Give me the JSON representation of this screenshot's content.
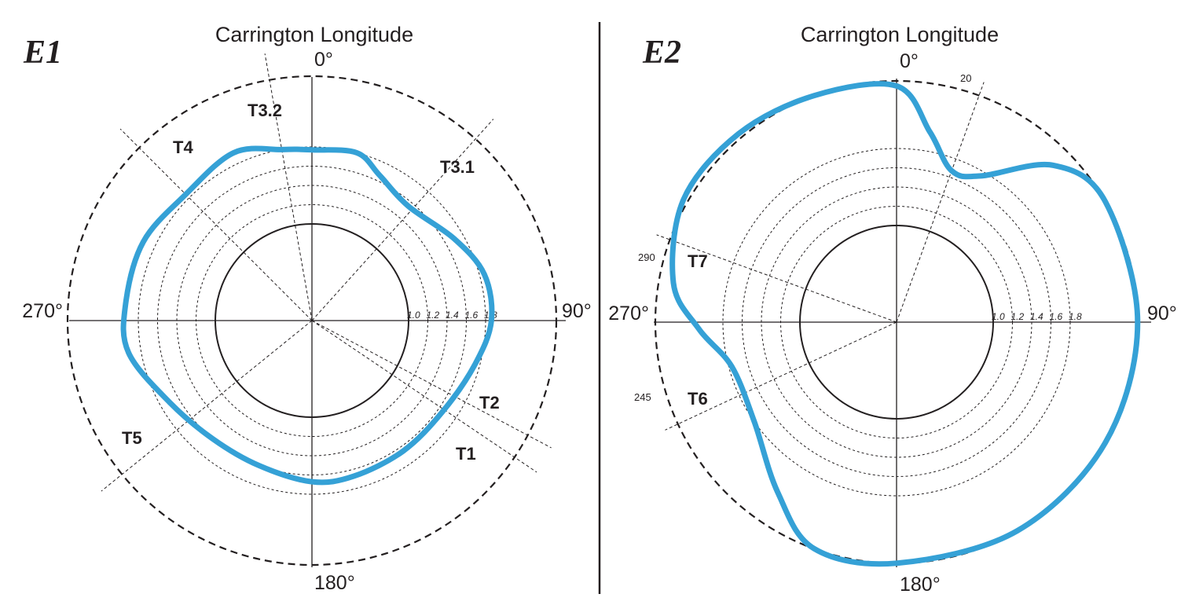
{
  "panels": [
    {
      "label": "E1",
      "title": "Carrington Longitude",
      "angle_labels": {
        "top": "0°",
        "right": "90°",
        "bottom": "180°",
        "left": "270°"
      },
      "radial_ticks": [
        "1.0",
        "1.2",
        "1.4",
        "1.6",
        "1.8"
      ],
      "tracks": [
        {
          "name": "T3.2",
          "longitude": 350
        },
        {
          "name": "T4",
          "longitude": 315
        },
        {
          "name": "T3.1",
          "longitude": 42
        },
        {
          "name": "T2",
          "longitude": 118
        },
        {
          "name": "T1",
          "longitude": 124
        },
        {
          "name": "T5",
          "longitude": 231
        }
      ],
      "boundary": [
        {
          "lon": 0,
          "r": 1.77
        },
        {
          "lon": 15,
          "r": 1.8
        },
        {
          "lon": 25,
          "r": 1.66
        },
        {
          "lon": 40,
          "r": 1.55
        },
        {
          "lon": 60,
          "r": 1.7
        },
        {
          "lon": 75,
          "r": 1.85
        },
        {
          "lon": 90,
          "r": 1.86
        },
        {
          "lon": 105,
          "r": 1.75
        },
        {
          "lon": 125,
          "r": 1.65
        },
        {
          "lon": 145,
          "r": 1.65
        },
        {
          "lon": 165,
          "r": 1.67
        },
        {
          "lon": 180,
          "r": 1.67
        },
        {
          "lon": 200,
          "r": 1.6
        },
        {
          "lon": 220,
          "r": 1.6
        },
        {
          "lon": 240,
          "r": 1.7
        },
        {
          "lon": 260,
          "r": 1.93
        },
        {
          "lon": 275,
          "r": 1.94
        },
        {
          "lon": 295,
          "r": 1.93
        },
        {
          "lon": 315,
          "r": 1.85
        },
        {
          "lon": 335,
          "r": 1.92
        },
        {
          "lon": 350,
          "r": 1.8
        }
      ]
    },
    {
      "label": "E2",
      "title": "Carrington Longitude",
      "angle_labels": {
        "top": "0°",
        "right": "90°",
        "bottom": "180°",
        "left": "270°"
      },
      "radial_ticks": [
        "1.0",
        "1.2",
        "1.4",
        "1.6",
        "1.8"
      ],
      "tracks": [
        {
          "name": "T7",
          "longitude": 290,
          "tick": "290"
        },
        {
          "name": "T6",
          "longitude": 245,
          "tick": "245"
        },
        {
          "name": "",
          "longitude": 20,
          "tick": "20"
        }
      ],
      "boundary": [
        {
          "lon": 0,
          "r": 2.45
        },
        {
          "lon": 10,
          "r": 2.0
        },
        {
          "lon": 20,
          "r": 1.67
        },
        {
          "lon": 30,
          "r": 1.75
        },
        {
          "lon": 45,
          "r": 2.3
        },
        {
          "lon": 60,
          "r": 2.5
        },
        {
          "lon": 90,
          "r": 2.5
        },
        {
          "lon": 120,
          "r": 2.5
        },
        {
          "lon": 150,
          "r": 2.5
        },
        {
          "lon": 180,
          "r": 2.5
        },
        {
          "lon": 200,
          "r": 2.5
        },
        {
          "lon": 215,
          "r": 2.15
        },
        {
          "lon": 235,
          "r": 1.8
        },
        {
          "lon": 255,
          "r": 1.77
        },
        {
          "lon": 268,
          "r": 2.05
        },
        {
          "lon": 280,
          "r": 2.35
        },
        {
          "lon": 300,
          "r": 2.55
        },
        {
          "lon": 320,
          "r": 2.55
        },
        {
          "lon": 340,
          "r": 2.5
        }
      ]
    }
  ],
  "colors": {
    "boundary": "#35a1d6",
    "ink": "#231f20"
  }
}
